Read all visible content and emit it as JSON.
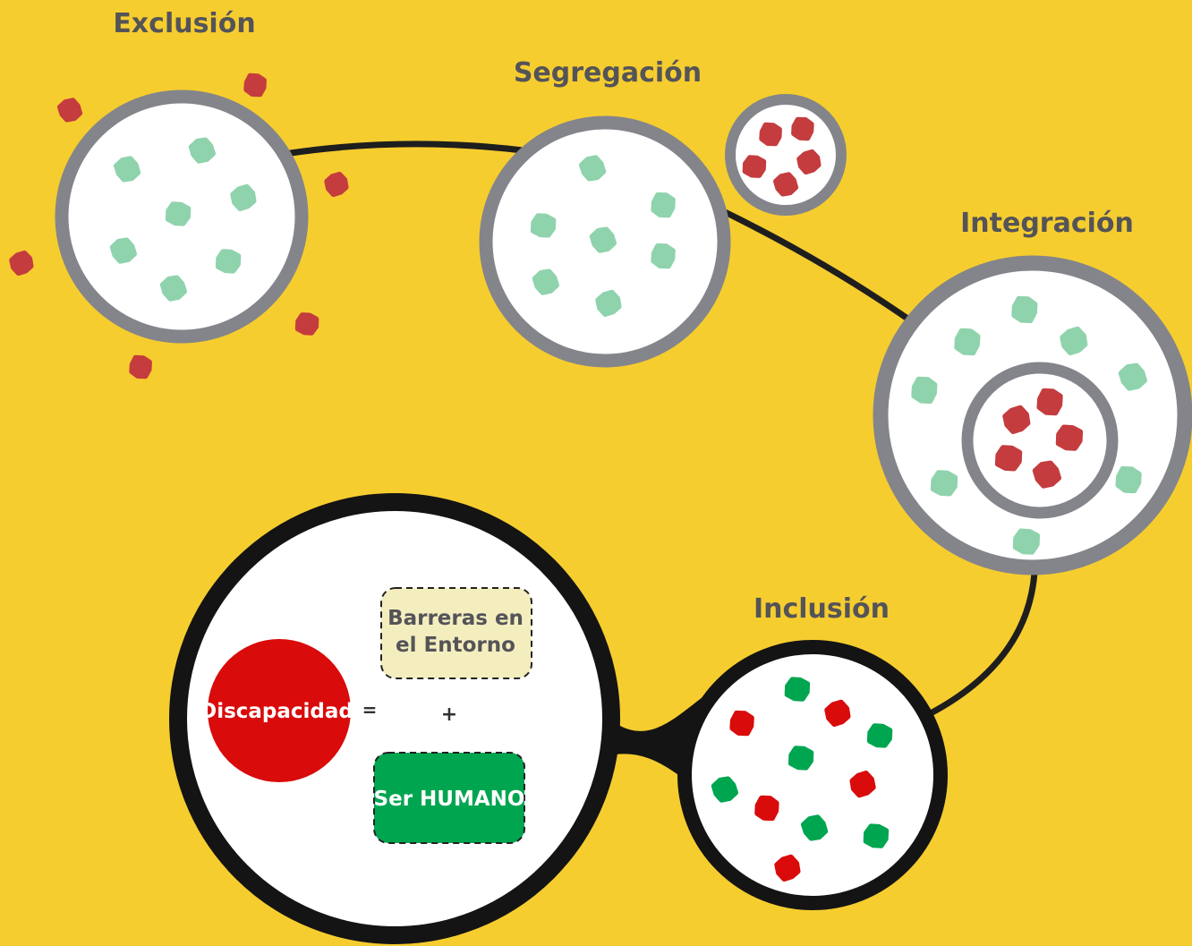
{
  "colors": {
    "background": "#f6cd2f",
    "ring_gray": "#84858a",
    "ring_black": "#141414",
    "light_green": "#8fd3ad",
    "dark_red": "#c43c3e",
    "bright_red": "#d90b0b",
    "bright_green": "#00a550",
    "box_cream": "#f4eebf",
    "label_gray": "#545458"
  },
  "stages": {
    "exclusion": {
      "title": "Exclusión"
    },
    "segregation": {
      "title": "Segregación"
    },
    "integration": {
      "title": "Integración"
    },
    "inclusion": {
      "title": "Inclusión"
    }
  },
  "equation": {
    "disability": "Discapacidad",
    "equals": "=",
    "barriers_line1": "Barreras en",
    "barriers_line2": "el Entorno",
    "plus": "+",
    "human": "Ser HUMANO"
  }
}
